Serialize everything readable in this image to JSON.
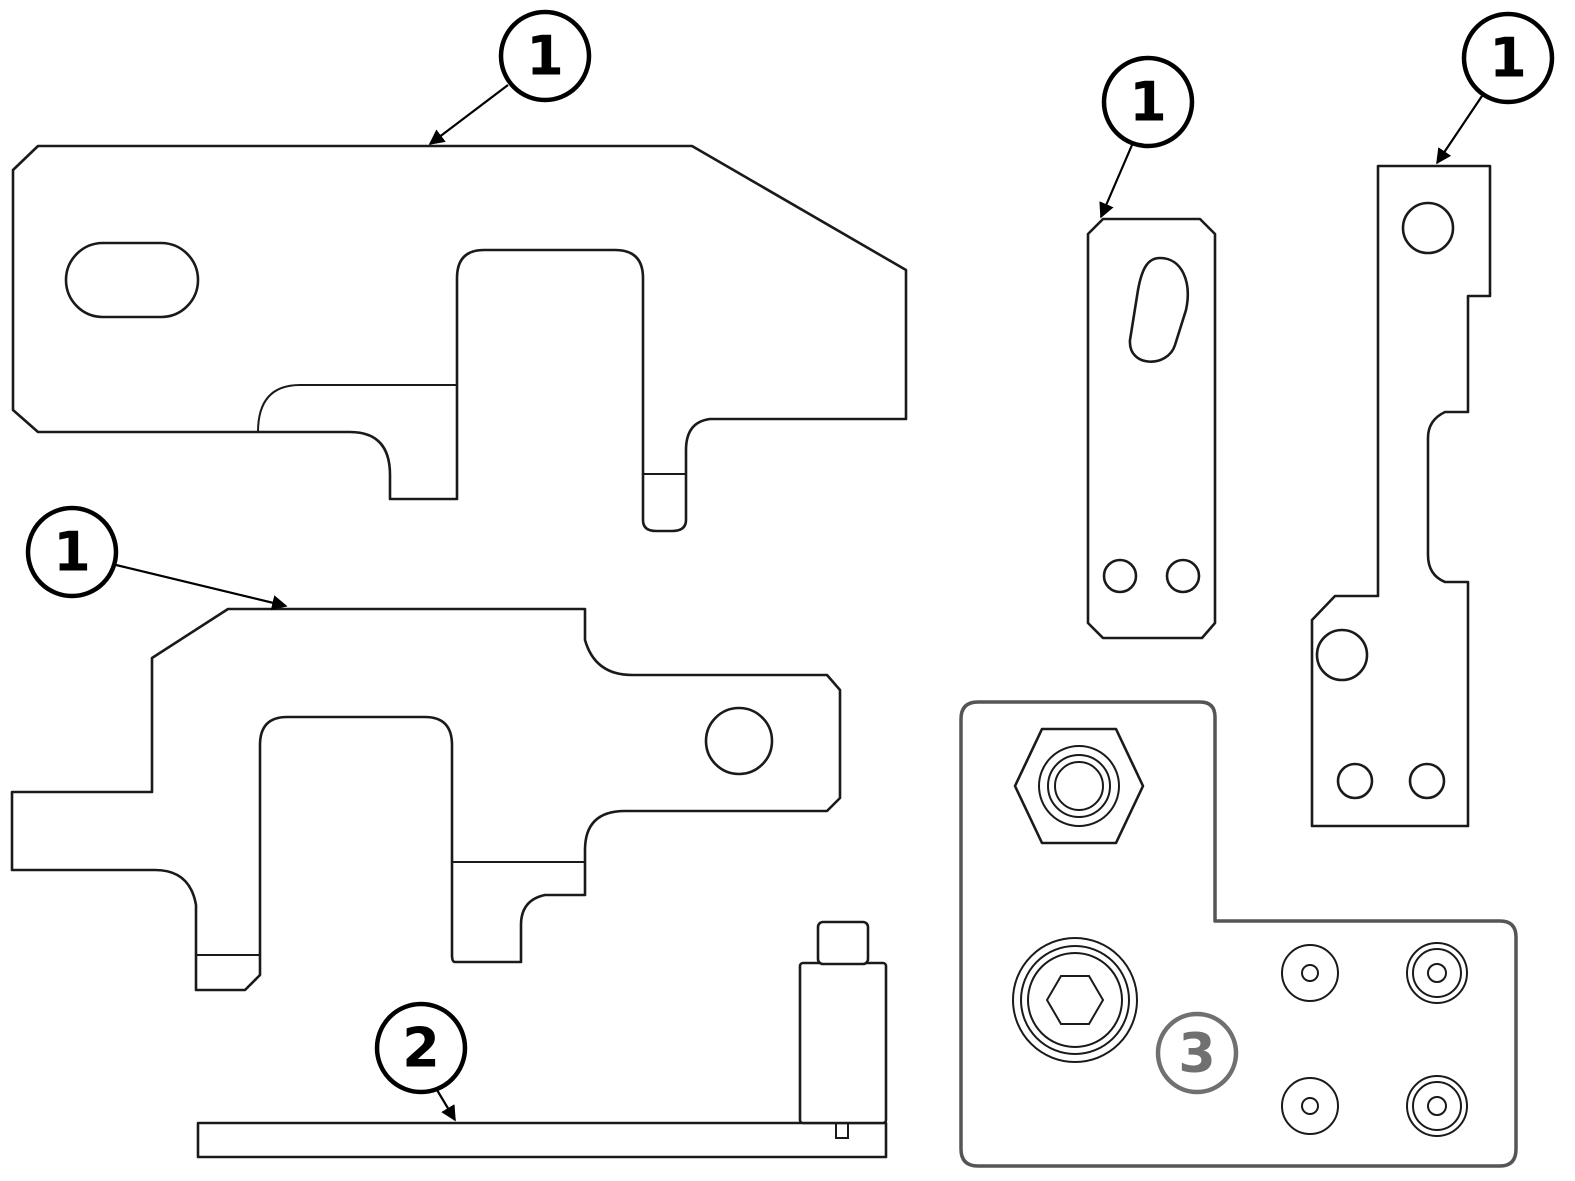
{
  "callouts": {
    "top_left_plate": "1",
    "small_slotted_plate": "1",
    "tall_plate": "1",
    "middle_left_plate": "1",
    "pin_tool": "2",
    "holder_plate": "3"
  },
  "colors": {
    "line": "#1a1a1a",
    "callout_ring": "#000000",
    "holder_outline": "#555555",
    "holder_label": "#707070"
  }
}
